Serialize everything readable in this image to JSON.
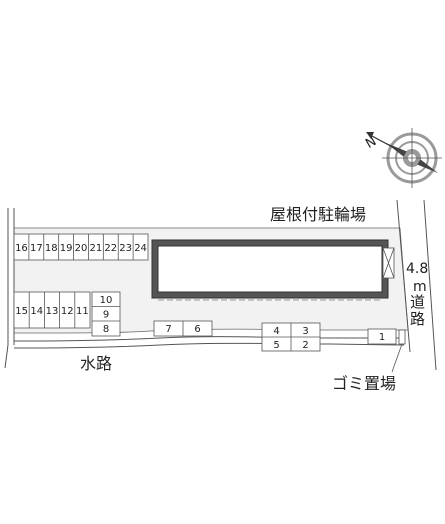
{
  "labels": {
    "roof_bicycle_parking": "屋根付駐輪場",
    "road_width": "4.8",
    "road_unit": "m",
    "road_word_1": "道",
    "road_word_2": "路",
    "waterway": "水路",
    "garbage_area": "ゴミ置場",
    "compass_letter": "N"
  },
  "parking": {
    "top_row": [
      "16",
      "17",
      "18",
      "19",
      "20",
      "21",
      "22",
      "23",
      "24"
    ],
    "left_row": [
      "15",
      "14",
      "13",
      "12",
      "11"
    ],
    "stack": [
      "10",
      "9",
      "8"
    ],
    "pair_a": [
      "7",
      "6"
    ],
    "block_top": [
      "4",
      "3"
    ],
    "block_bottom": [
      "5",
      "2"
    ],
    "single": "1"
  },
  "colors": {
    "lot_fill": "#f2f2f2",
    "line": "#555555",
    "building_border": "#333333",
    "building_fill": "#ffffff",
    "compass_gray": "#9a9a9a"
  },
  "icons": {
    "compass": "compass-rose-icon",
    "bike_shelter_mark": "cross-box-icon"
  }
}
